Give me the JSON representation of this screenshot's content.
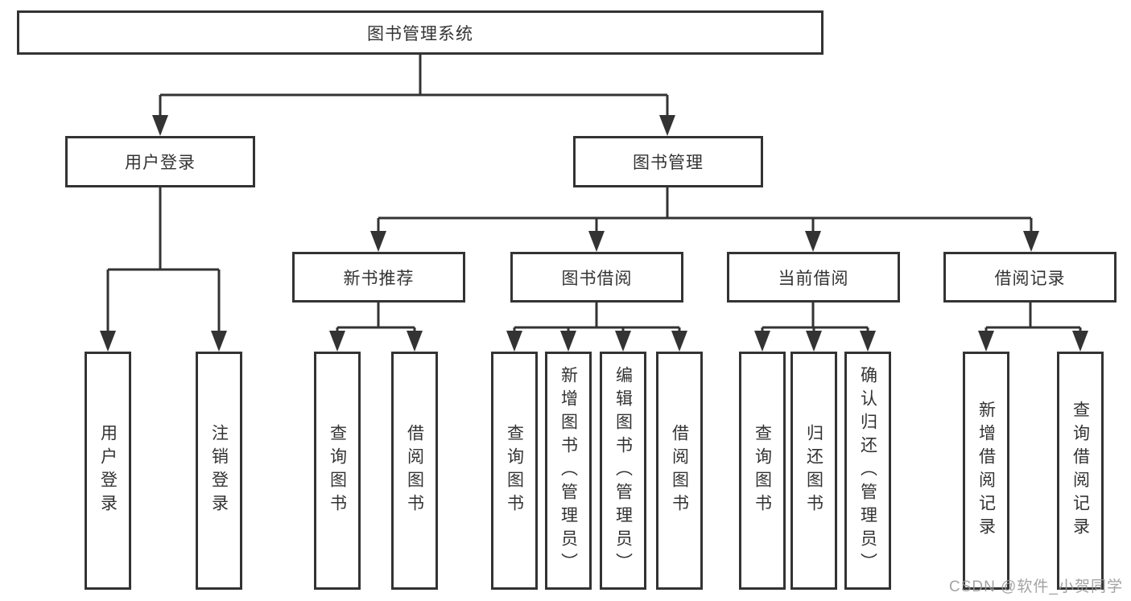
{
  "diagram": {
    "title": "图书管理系统",
    "root": {
      "label": "图书管理系统"
    },
    "level2": [
      {
        "label": "用户登录"
      },
      {
        "label": "图书管理"
      }
    ],
    "level3": [
      {
        "label": "新书推荐"
      },
      {
        "label": "图书借阅"
      },
      {
        "label": "当前借阅"
      },
      {
        "label": "借阅记录"
      }
    ],
    "leaves": {
      "login": [
        {
          "label": "用户登录"
        },
        {
          "label": "注销登录"
        }
      ],
      "newbook": [
        {
          "label": "查询图书"
        },
        {
          "label": "借阅图书"
        }
      ],
      "borrow": [
        {
          "label": "查询图书"
        },
        {
          "label": "新增图书（管理员）"
        },
        {
          "label": "编辑图书（管理员）"
        },
        {
          "label": "借阅图书"
        }
      ],
      "current": [
        {
          "label": "查询图书"
        },
        {
          "label": "归还图书"
        },
        {
          "label": "确认归还（管理员）"
        }
      ],
      "records": [
        {
          "label": "新增借阅记录"
        },
        {
          "label": "查询借阅记录"
        }
      ]
    },
    "watermark": "CSDN @软件_小贺同学",
    "colors": {
      "line": "#333333",
      "box_background": "#ffffff",
      "text": "#333333",
      "watermark": "#969696"
    }
  }
}
